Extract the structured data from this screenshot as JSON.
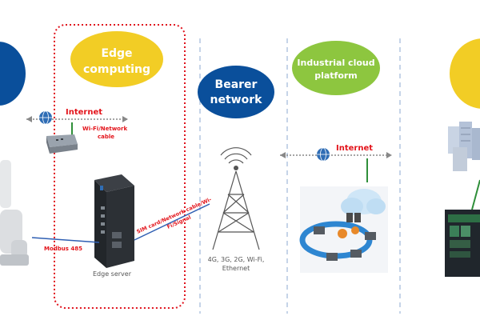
{
  "bubbles": {
    "edge": {
      "line1": "Edge",
      "line2": "computing",
      "color": "#F2CD25"
    },
    "bearer": {
      "line1": "Bearer",
      "line2": "network",
      "color": "#0A4F9B"
    },
    "cloud": {
      "line1": "Industrial cloud",
      "line2": "platform",
      "color": "#8DC63F"
    }
  },
  "labels": {
    "internet_left": "Internet",
    "wifi_cable": "Wi-Fi/Network",
    "wifi_cable2": "cable",
    "modbus": "Modbus 485",
    "sim_link1": "SIM card/Network cable/Wi-",
    "sim_link2": "Fi/Signal",
    "edge_server": "Edge server",
    "tower1": "4G, 3G, 2G, Wi-Fi,",
    "tower2": "Ethernet",
    "internet_right": "Internet"
  },
  "colors": {
    "red_text": "#E3141B",
    "blue_line": "#2F5FB3",
    "dotted_box": "#E0141E",
    "gray_line": "#888888",
    "dash_blue": "#9FB8D8"
  }
}
